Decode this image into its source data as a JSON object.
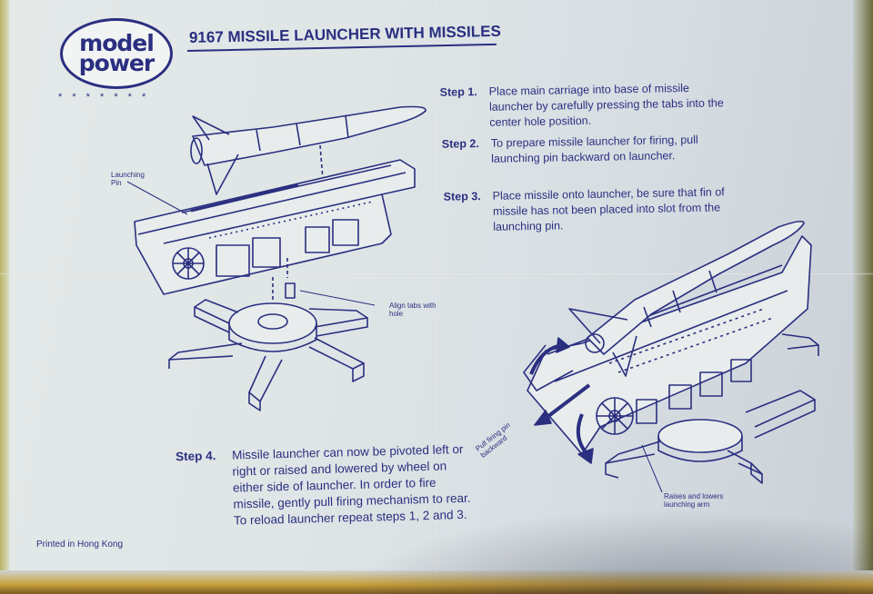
{
  "logo": {
    "line1": "model",
    "line2": "power"
  },
  "stars": "* * * * * * *",
  "title": "9167 MISSILE LAUNCHER WITH MISSILES",
  "steps": [
    {
      "label": "Step 1.",
      "text": "Place main carriage into base of missile launcher by carefully pressing the tabs into the center hole position."
    },
    {
      "label": "Step 2.",
      "text": "To prepare missile launcher for firing, pull launching pin backward on launcher."
    },
    {
      "label": "Step 3.",
      "text": "Place missile onto launcher, be sure that fin of missile has not been placed into slot from the launching pin."
    },
    {
      "label": "Step 4.",
      "text": "Missile launcher can now be pivoted left or right or raised and lowered by wheel on either side of launcher. In order to fire missile, gently pull firing mechanism to rear. To reload launcher repeat steps 1, 2 and 3."
    }
  ],
  "callouts": {
    "launching_pin": "Launching Pin",
    "align_tabs": "Align tabs with hole",
    "pull_firing_pin": "Pull firing pin backward",
    "raises_lowers": "Raises and lowers launching arm"
  },
  "footer": "Printed in Hong Kong",
  "colors": {
    "ink": "#2a2f80",
    "paper": "#e2e7e7"
  }
}
